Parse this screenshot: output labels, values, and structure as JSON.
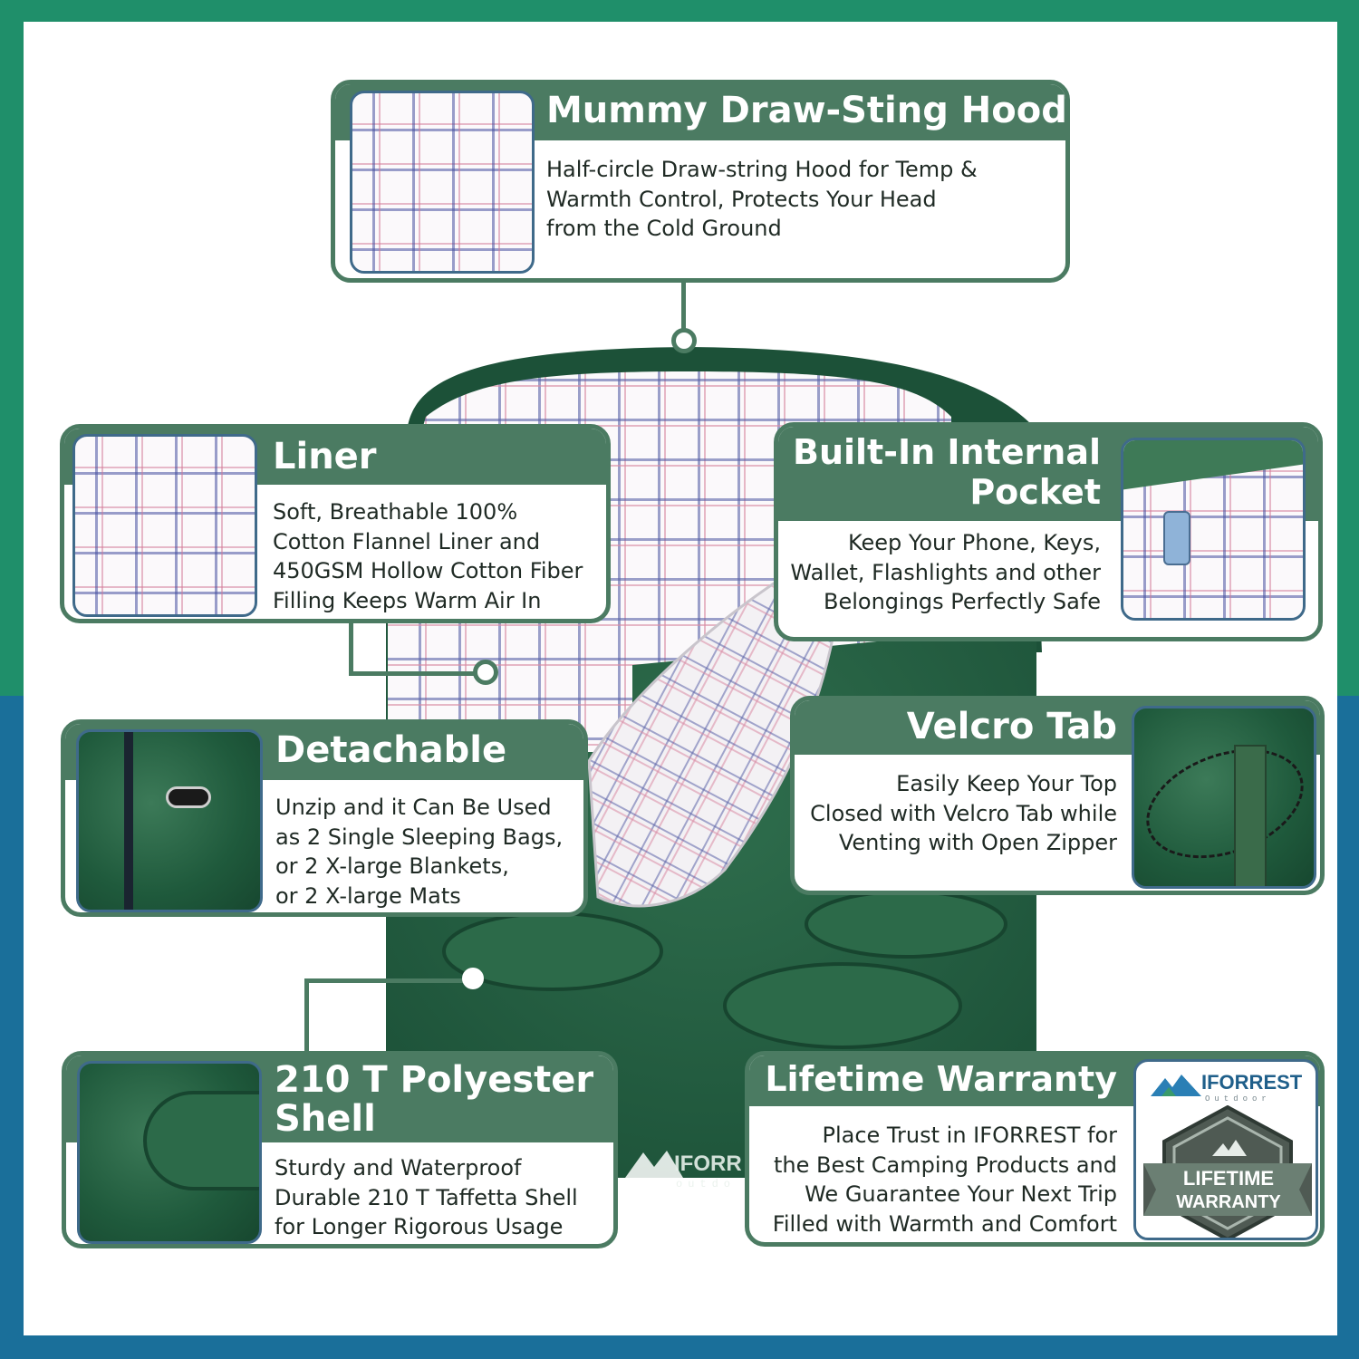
{
  "colors": {
    "frame_top": "#1f8f6a",
    "frame_bottom": "#1a6f9a",
    "card_accent": "#4b7b62",
    "bag_green": "#1f5a3c"
  },
  "hood": {
    "title": "Mummy Draw-Sting Hood",
    "lines": [
      "Half-circle Draw-string Hood for Temp &",
      "Warmth Control, Protects Your Head",
      "from the Cold Ground"
    ]
  },
  "liner": {
    "title": "Liner",
    "lines": [
      "Soft, Breathable 100%",
      "Cotton Flannel Liner and",
      "450GSM Hollow Cotton Fiber",
      "Filling Keeps Warm Air In"
    ]
  },
  "pocket": {
    "title_lines": [
      "Built-In Internal",
      "Pocket"
    ],
    "lines": [
      "Keep Your Phone, Keys,",
      "Wallet, Flashlights and other",
      "Belongings Perfectly Safe"
    ]
  },
  "detachable": {
    "title": "Detachable",
    "lines": [
      "Unzip and it Can Be Used",
      "as 2 Single Sleeping Bags,",
      "or 2 X-large Blankets,",
      "or 2 X-large Mats"
    ]
  },
  "velcro": {
    "title": "Velcro Tab",
    "lines": [
      "Easily Keep Your Top",
      "Closed with Velcro Tab while",
      "Venting with Open Zipper"
    ]
  },
  "shell": {
    "title_lines": [
      "210 T Polyester",
      "Shell"
    ],
    "lines": [
      "Sturdy and Waterproof",
      "Durable 210 T Taffetta Shell",
      "for Longer Rigorous Usage"
    ]
  },
  "warranty": {
    "title": "Lifetime Warranty",
    "lines": [
      "Place Trust in IFORREST for",
      "the Best Camping Products and",
      "We Guarantee Your Next Trip",
      "Filled with Warmth and Comfort"
    ],
    "logo_brand": "IFORREST",
    "logo_sub": "Outdoor",
    "badge_top": "LIFETIME",
    "badge_bottom": "WARRANTY"
  },
  "bag_logo": {
    "brand": "IFORR",
    "sub": "outdo"
  }
}
